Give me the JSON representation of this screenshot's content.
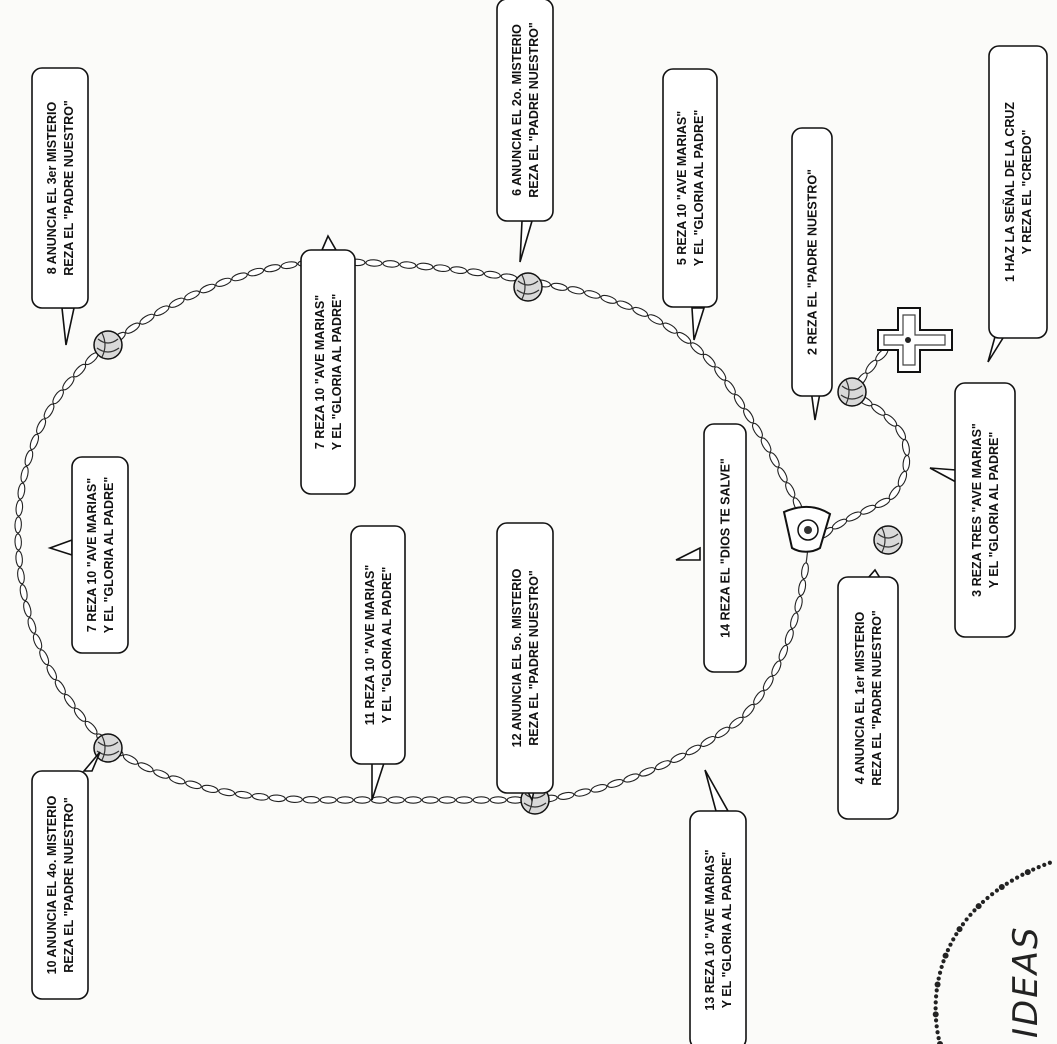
{
  "bubbles": [
    {
      "id": "b1",
      "lines": [
        "1 HAZ LA SEÑAL DE LA CRUZ",
        "Y REZA EL \"CREDO\""
      ]
    },
    {
      "id": "b2",
      "lines": [
        "2 REZA EL \"PADRE NUESTRO\""
      ]
    },
    {
      "id": "b3",
      "lines": [
        "3 REZA TRES \"AVE MARIAS\"",
        "Y EL \"GLORIA AL PADRE\""
      ]
    },
    {
      "id": "b4",
      "lines": [
        "4 ANUNCIA EL 1er MISTERIO",
        "REZA EL \"PADRE NUESTRO\""
      ]
    },
    {
      "id": "b5",
      "lines": [
        "5 REZA 10 \"AVE MARIAS\"",
        "Y EL \"GLORIA AL PADRE\""
      ]
    },
    {
      "id": "b6",
      "lines": [
        "6 ANUNCIA EL 2o. MISTERIO",
        "REZA EL \"PADRE NUESTRO\""
      ]
    },
    {
      "id": "b7a",
      "lines": [
        "7 REZA 10 \"AVE MARIAS\"",
        "Y EL \"GLORIA AL PADRE\""
      ]
    },
    {
      "id": "b7b",
      "lines": [
        "7 REZA 10 \"AVE MARIAS\"",
        "Y EL \"GLORIA AL PADRE\""
      ]
    },
    {
      "id": "b8",
      "lines": [
        "8 ANUNCIA EL 3er MISTERIO",
        "REZA EL \"PADRE NUESTRO\""
      ]
    },
    {
      "id": "b10",
      "lines": [
        "10 ANUNCIA EL 4o. MISTERIO",
        "REZA EL \"PADRE NUESTRO\""
      ]
    },
    {
      "id": "b11",
      "lines": [
        "11 REZA 10 \"AVE MARIAS\"",
        "Y EL \"GLORIA AL PADRE\""
      ]
    },
    {
      "id": "b12",
      "lines": [
        "12 ANUNCIA EL 5o. MISTERIO",
        "REZA EL \"PADRE NUESTRO\""
      ]
    },
    {
      "id": "b13",
      "lines": [
        "13 REZA 10 \"AVE MARIAS\"",
        "Y EL \"GLORIA AL PADRE\""
      ]
    },
    {
      "id": "b14",
      "lines": [
        "14 REZA EL \"DIOS TE SALVE\""
      ]
    }
  ],
  "logo": {
    "text": "IDEAS"
  }
}
